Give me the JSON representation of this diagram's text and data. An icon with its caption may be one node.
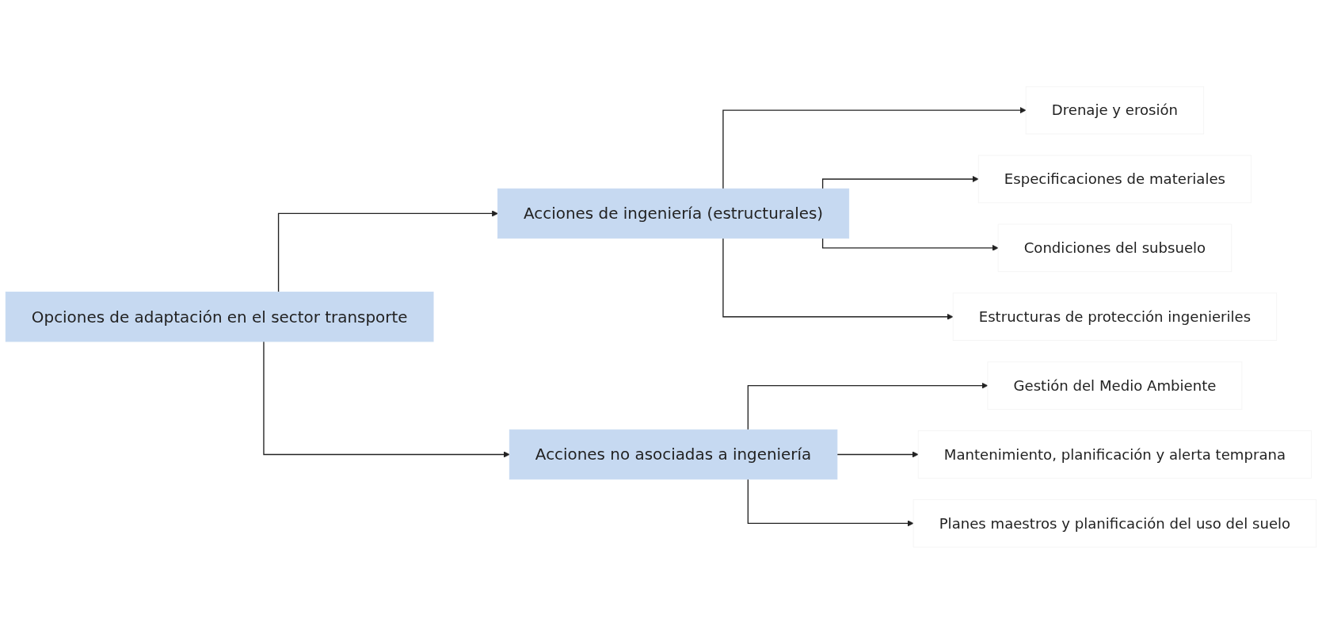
{
  "diagram": {
    "nodes": [
      {
        "text": [
          "Opciones de adaptación en el sector transporte"
        ]
      },
      {
        "text": [
          "Acciones de ingeniería (estructurales)"
        ]
      },
      {
        "text": [
          "Acciones no asociadas a ingeniería"
        ]
      },
      {
        "text": [
          "Drenaje y erosión"
        ]
      },
      {
        "text": [
          "Especificaciones de materiales"
        ]
      },
      {
        "text": [
          "Condiciones del subsuelo"
        ]
      },
      {
        "text": [
          "Estructuras de protección ingenieriles"
        ]
      },
      {
        "text": [
          "Gestión del Medio Ambiente"
        ]
      },
      {
        "text": [
          "Mantenimiento, planificación y alerta temprana"
        ]
      },
      {
        "text": [
          "Planes maestros y planificación del uso del suelo"
        ]
      }
    ],
    "edges": [
      {
        "from": 0,
        "to": 1,
        "arrow": "to"
      },
      {
        "from": 0,
        "to": 2,
        "arrow": "to"
      },
      {
        "from": 1,
        "to": 3,
        "arrow": "to"
      },
      {
        "from": 1,
        "to": 4,
        "arrow": "to"
      },
      {
        "from": 1,
        "to": 5,
        "arrow": "to"
      },
      {
        "from": 1,
        "to": 6,
        "arrow": "to"
      },
      {
        "from": 2,
        "to": 7,
        "arrow": "to"
      },
      {
        "from": 2,
        "to": 8,
        "arrow": "to"
      },
      {
        "from": 2,
        "to": 9,
        "arrow": "to"
      }
    ]
  }
}
